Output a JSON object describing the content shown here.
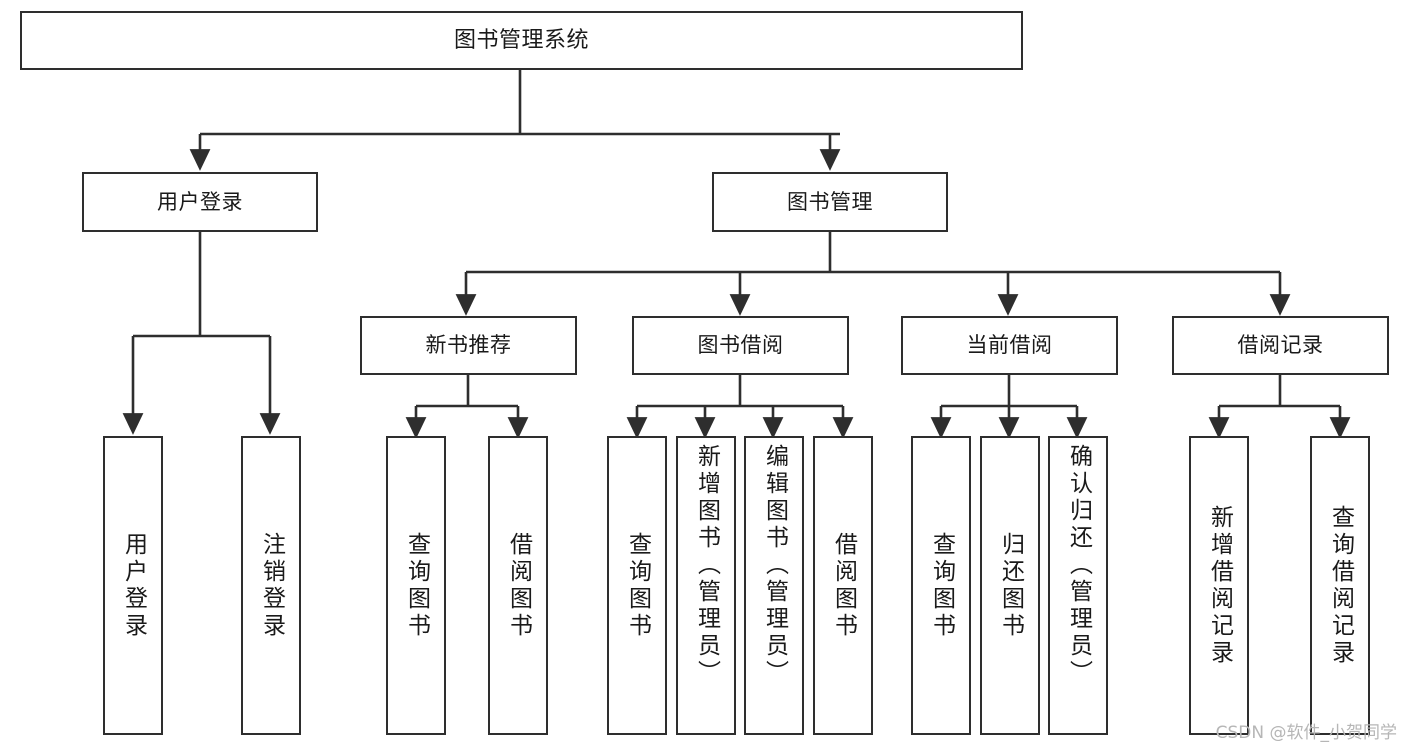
{
  "diagram": {
    "title": "图书管理系统",
    "type": "tree",
    "stroke_color": "#2e2e2e",
    "background_color": "#ffffff",
    "text_color": "#1a1a1a"
  },
  "nodes": {
    "root": {
      "label": "图书管理系统"
    },
    "level1": [
      {
        "id": "user-login",
        "label": "用户登录"
      },
      {
        "id": "book-management",
        "label": "图书管理"
      }
    ],
    "level2": [
      {
        "id": "new-book-recommend",
        "label": "新书推荐"
      },
      {
        "id": "book-borrow",
        "label": "图书借阅"
      },
      {
        "id": "current-borrow",
        "label": "当前借阅"
      },
      {
        "id": "borrow-record",
        "label": "借阅记录"
      }
    ],
    "leaves": {
      "user_login": [
        {
          "id": "leaf-user-login",
          "label": "用户登录"
        },
        {
          "id": "leaf-logout-login",
          "label": "注销登录"
        }
      ],
      "new_book_recommend": [
        {
          "id": "leaf-query-book-1",
          "label": "查询图书"
        },
        {
          "id": "leaf-borrow-book-1",
          "label": "借阅图书"
        }
      ],
      "book_borrow": [
        {
          "id": "leaf-query-book-2",
          "label": "查询图书"
        },
        {
          "id": "leaf-add-book",
          "label": "新增图书（管理员）"
        },
        {
          "id": "leaf-edit-book",
          "label": "编辑图书（管理员）"
        },
        {
          "id": "leaf-borrow-book-2",
          "label": "借阅图书"
        }
      ],
      "current_borrow": [
        {
          "id": "leaf-query-book-3",
          "label": "查询图书"
        },
        {
          "id": "leaf-return-book",
          "label": "归还图书"
        },
        {
          "id": "leaf-confirm-return",
          "label": "确认归还（管理员）"
        }
      ],
      "borrow_record": [
        {
          "id": "leaf-add-record",
          "label": "新增借阅记录"
        },
        {
          "id": "leaf-query-record",
          "label": "查询借阅记录"
        }
      ]
    }
  },
  "watermark": {
    "text": "CSDN @软件_小贺同学"
  }
}
